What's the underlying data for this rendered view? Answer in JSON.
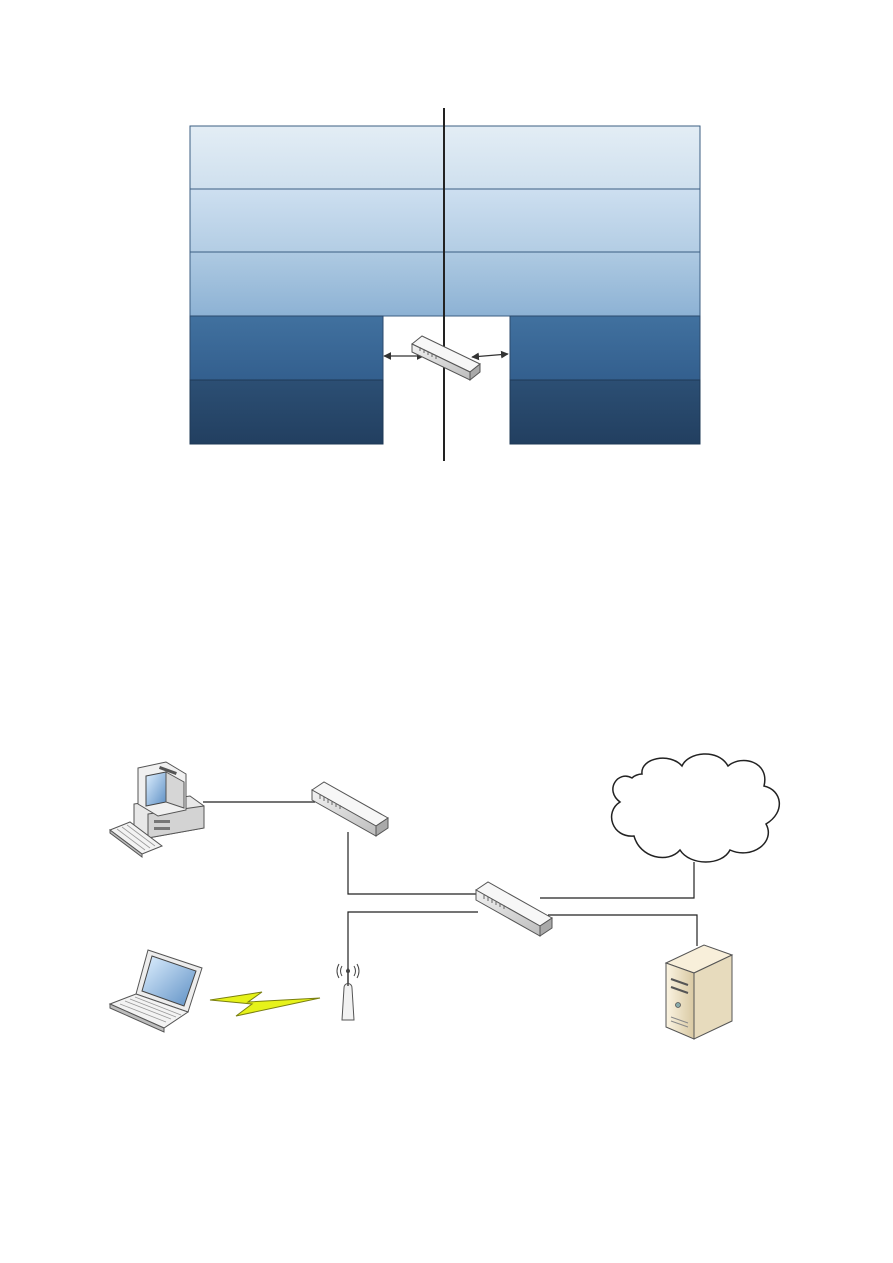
{
  "diagrams": [
    {
      "type": "layered-model",
      "layers_left": [
        "",
        "",
        "",
        "",
        ""
      ],
      "layers_right": [
        "",
        "",
        "",
        "",
        ""
      ],
      "connector": "switch-icon"
    },
    {
      "type": "network-topology",
      "nodes": [
        "desktop-computer-icon",
        "switch-icon",
        "switch-icon",
        "internet-cloud-icon",
        "laptop-icon",
        "wireless-access-point-icon",
        "server-icon"
      ],
      "links": [
        "wired",
        "wired",
        "wired",
        "wired",
        "wired",
        "wireless"
      ]
    }
  ],
  "colors": {
    "layer_light_1": "#dce8f2",
    "layer_light_3": "#94b7d6",
    "layer_dark_1": "#3a6a9c",
    "layer_dark_2": "#274a70",
    "wireless_bolt": "#e6f21a",
    "server_beige": "#e8dcc0"
  }
}
